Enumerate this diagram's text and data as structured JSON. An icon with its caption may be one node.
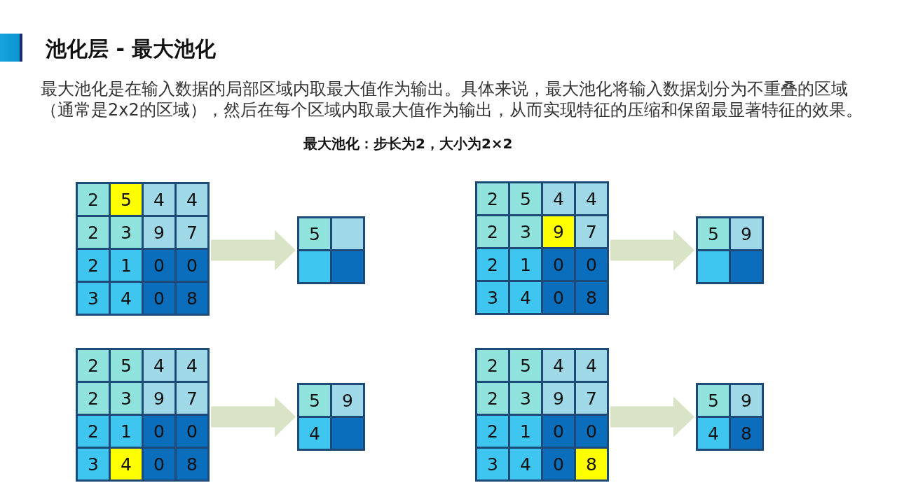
{
  "diagram": {
    "title": "池化层 - 最大池化",
    "nodes": [
      {
        "text": [],
        "shape": "box"
      },
      {
        "text": [
          "2"
        ],
        "in": 0
      },
      {
        "text": [
          "5"
        ],
        "in": 0
      },
      {
        "text": [
          "4"
        ],
        "in": 0
      },
      {
        "text": [
          "4"
        ],
        "in": 0
      },
      {
        "text": [
          "2"
        ],
        "in": 0
      },
      {
        "text": [
          "3"
        ],
        "in": 0
      },
      {
        "text": [
          "9"
        ],
        "in": 0
      },
      {
        "text": [
          "7"
        ],
        "in": 0
      },
      {
        "text": [
          "2"
        ],
        "in": 0
      },
      {
        "text": [
          "1"
        ],
        "in": 0
      },
      {
        "text": [
          "0"
        ],
        "in": 0
      },
      {
        "text": [
          "0"
        ],
        "in": 0
      },
      {
        "text": [
          "3"
        ],
        "in": 0
      },
      {
        "text": [
          "4"
        ],
        "in": 0
      },
      {
        "text": [
          "0"
        ],
        "in": 0
      },
      {
        "text": [
          "8"
        ],
        "in": 0
      },
      {
        "text": [],
        "shape": "box"
      },
      {
        "text": [
          "5"
        ],
        "in": 17
      },
      {
        "text": [],
        "shape": "box",
        "in": 17
      },
      {
        "text": [],
        "shape": "box",
        "in": 17
      },
      {
        "text": [],
        "shape": "box",
        "in": 17
      },
      {
        "text": [],
        "shape": "box"
      },
      {
        "text": [
          "2"
        ],
        "in": 22
      },
      {
        "text": [
          "5"
        ],
        "in": 22
      },
      {
        "text": [
          "4"
        ],
        "in": 22
      },
      {
        "text": [
          "4"
        ],
        "in": 22
      },
      {
        "text": [
          "2"
        ],
        "in": 22
      },
      {
        "text": [
          "3"
        ],
        "in": 22
      },
      {
        "text": [
          "9"
        ],
        "in": 22
      },
      {
        "text": [
          "7"
        ],
        "in": 22
      },
      {
        "text": [
          "2"
        ],
        "in": 22
      },
      {
        "text": [
          "1"
        ],
        "in": 22
      },
      {
        "text": [
          "0"
        ],
        "in": 22
      },
      {
        "text": [
          "0"
        ],
        "in": 22
      },
      {
        "text": [
          "3"
        ],
        "in": 22
      },
      {
        "text": [
          "4"
        ],
        "in": 22
      },
      {
        "text": [
          "0"
        ],
        "in": 22
      },
      {
        "text": [
          "8"
        ],
        "in": 22
      },
      {
        "text": [],
        "shape": "box"
      },
      {
        "text": [
          "5"
        ],
        "in": 39
      },
      {
        "text": [
          "9"
        ],
        "in": 39
      },
      {
        "text": [],
        "shape": "box",
        "in": 39
      },
      {
        "text": [],
        "shape": "box",
        "in": 39
      },
      {
        "text": [],
        "shape": "box"
      },
      {
        "text": [
          "2"
        ],
        "in": 44
      },
      {
        "text": [
          "5"
        ],
        "in": 44
      },
      {
        "text": [
          "4"
        ],
        "in": 44
      },
      {
        "text": [
          "4"
        ],
        "in": 44
      },
      {
        "text": [
          "2"
        ],
        "in": 44
      },
      {
        "text": [
          "3"
        ],
        "in": 44
      },
      {
        "text": [
          "9"
        ],
        "in": 44
      },
      {
        "text": [
          "7"
        ],
        "in": 44
      },
      {
        "text": [
          "2"
        ],
        "in": 44
      },
      {
        "text": [
          "1"
        ],
        "in": 44
      },
      {
        "text": [
          "0"
        ],
        "in": 44
      },
      {
        "text": [
          "0"
        ],
        "in": 44
      },
      {
        "text": [
          "3"
        ],
        "in": 44
      },
      {
        "text": [
          "4"
        ],
        "in": 44
      },
      {
        "text": [
          "0"
        ],
        "in": 44
      },
      {
        "text": [
          "8"
        ],
        "in": 44
      },
      {
        "text": [],
        "shape": "box"
      },
      {
        "text": [
          "5"
        ],
        "in": 61
      },
      {
        "text": [
          "9"
        ],
        "in": 61
      },
      {
        "text": [
          "4"
        ],
        "in": 61
      },
      {
        "text": [],
        "shape": "box",
        "in": 61
      },
      {
        "text": [],
        "shape": "box"
      },
      {
        "text": [
          "2"
        ],
        "in": 66
      },
      {
        "text": [
          "5"
        ],
        "in": 66
      },
      {
        "text": [
          "4"
        ],
        "in": 66
      },
      {
        "text": [
          "4"
        ],
        "in": 66
      },
      {
        "text": [
          "2"
        ],
        "in": 66
      },
      {
        "text": [
          "3"
        ],
        "in": 66
      },
      {
        "text": [
          "9"
        ],
        "in": 66
      },
      {
        "text": [
          "7"
        ],
        "in": 66
      },
      {
        "text": [
          "2"
        ],
        "in": 66
      },
      {
        "text": [
          "1"
        ],
        "in": 66
      },
      {
        "text": [
          "0"
        ],
        "in": 66
      },
      {
        "text": [
          "0"
        ],
        "in": 66
      },
      {
        "text": [
          "3"
        ],
        "in": 66
      },
      {
        "text": [
          "4"
        ],
        "in": 66
      },
      {
        "text": [
          "0"
        ],
        "in": 66
      },
      {
        "text": [
          "8"
        ],
        "in": 66
      },
      {
        "text": [],
        "shape": "box"
      },
      {
        "text": [
          "5"
        ],
        "in": 83
      },
      {
        "text": [
          "9"
        ],
        "in": 83
      },
      {
        "text": [
          "4"
        ],
        "in": 83
      },
      {
        "text": [
          "8"
        ],
        "in": 83
      }
    ],
    "edges": [
      {
        "from": 0,
        "to": 17,
        "arrow": "to"
      },
      {
        "from": 22,
        "to": 39,
        "arrow": "to"
      },
      {
        "from": 44,
        "to": 61,
        "arrow": "to"
      },
      {
        "from": 66,
        "to": 83,
        "arrow": "to"
      }
    ],
    "labels": [
      "最大池化是在输入数据的局部区域内取最大值作为输出。具体来说，最大池化将输入数据划分为不重叠的区域（通常是2x2的区域），然后在每个区域内取最大值作为输出，从而实现特征的压缩和保留最显著特征的效果。",
      "最大池化：步长为2，大小为2×2"
    ]
  }
}
